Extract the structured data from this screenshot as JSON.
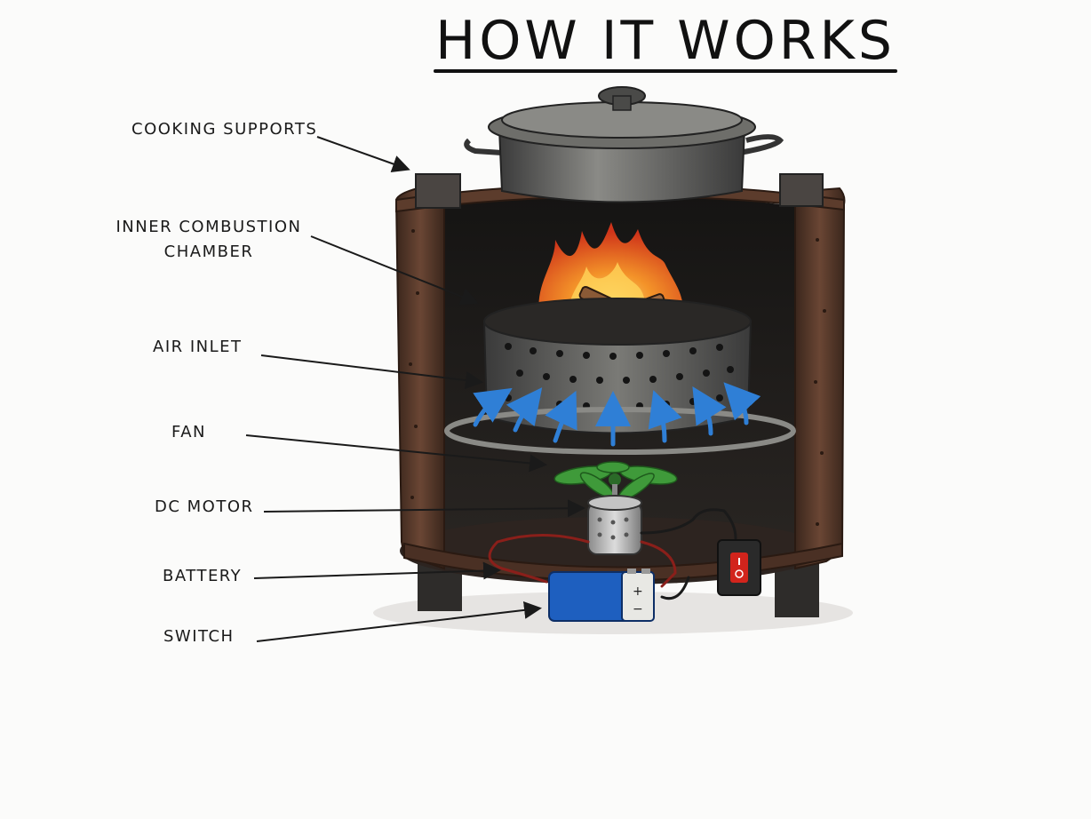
{
  "title": "HOW IT WORKS",
  "labels": {
    "cooking_supports": "COOKING SUPPORTS",
    "inner_combustion_line1": "INNER COMBUSTION",
    "inner_combustion_line2": "CHAMBER",
    "air_inlet": "AIR INLET",
    "fan": "FAN",
    "dc_motor": "DC MOTOR",
    "battery": "BATTERY",
    "switch": "SWITCH"
  },
  "colors": {
    "stove_rust": "#4a3226",
    "interior_dark": "#1c1a18",
    "flame_orange": "#f06a1c",
    "airflow_blue": "#2f7fd6",
    "fan_green": "#3f9a3a",
    "battery_blue": "#1e5fbf",
    "switch_red": "#d2241c"
  }
}
